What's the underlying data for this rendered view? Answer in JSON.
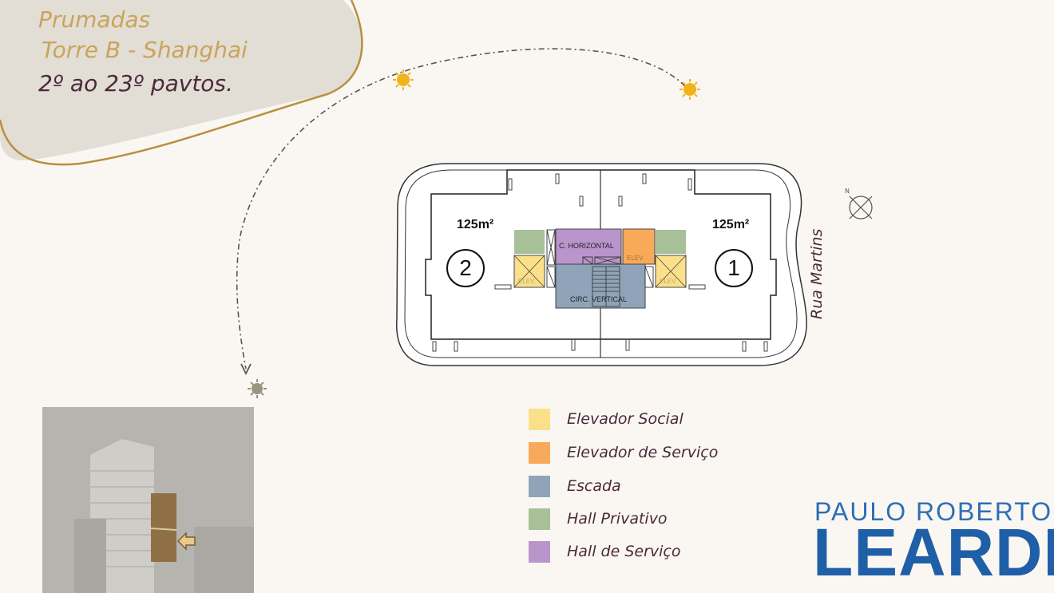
{
  "title": {
    "line1": "Prumadas",
    "line2": "Torre B - Shanghai",
    "line3": "2º ao 23º pavtos."
  },
  "plan": {
    "unit_left": {
      "number": "2",
      "area": "125m²"
    },
    "unit_right": {
      "number": "1",
      "area": "125m²"
    },
    "rooms": {
      "hall_service": "C. HORIZONTAL",
      "circulation": "CIRC. VERTICAL",
      "elev_left": "ELEV.",
      "elev_service": "ELEV.",
      "elev_right": "ELEV."
    },
    "north_label": "N"
  },
  "street": "Rua Martins",
  "legend": [
    {
      "label": "Elevador Social",
      "color": "#fbe08a",
      "icon": "yellow-swatch"
    },
    {
      "label": "Elevador de Serviço",
      "color": "#f8a95a",
      "icon": "orange-swatch"
    },
    {
      "label": "Escada",
      "color": "#8fa4b8",
      "icon": "blue-swatch"
    },
    {
      "label": "Hall Privativo",
      "color": "#a8c097",
      "icon": "green-swatch"
    },
    {
      "label": "Hall de Serviço",
      "color": "#b995cc",
      "icon": "purple-swatch"
    }
  ],
  "logo": {
    "line1": "PAULO ROBERTO",
    "line2": "LEARDI"
  },
  "colors": {
    "gold": "#c9a45a",
    "plum": "#4a2a3a",
    "logo_blue": "#1f5fa8",
    "background": "#faf7f2"
  }
}
